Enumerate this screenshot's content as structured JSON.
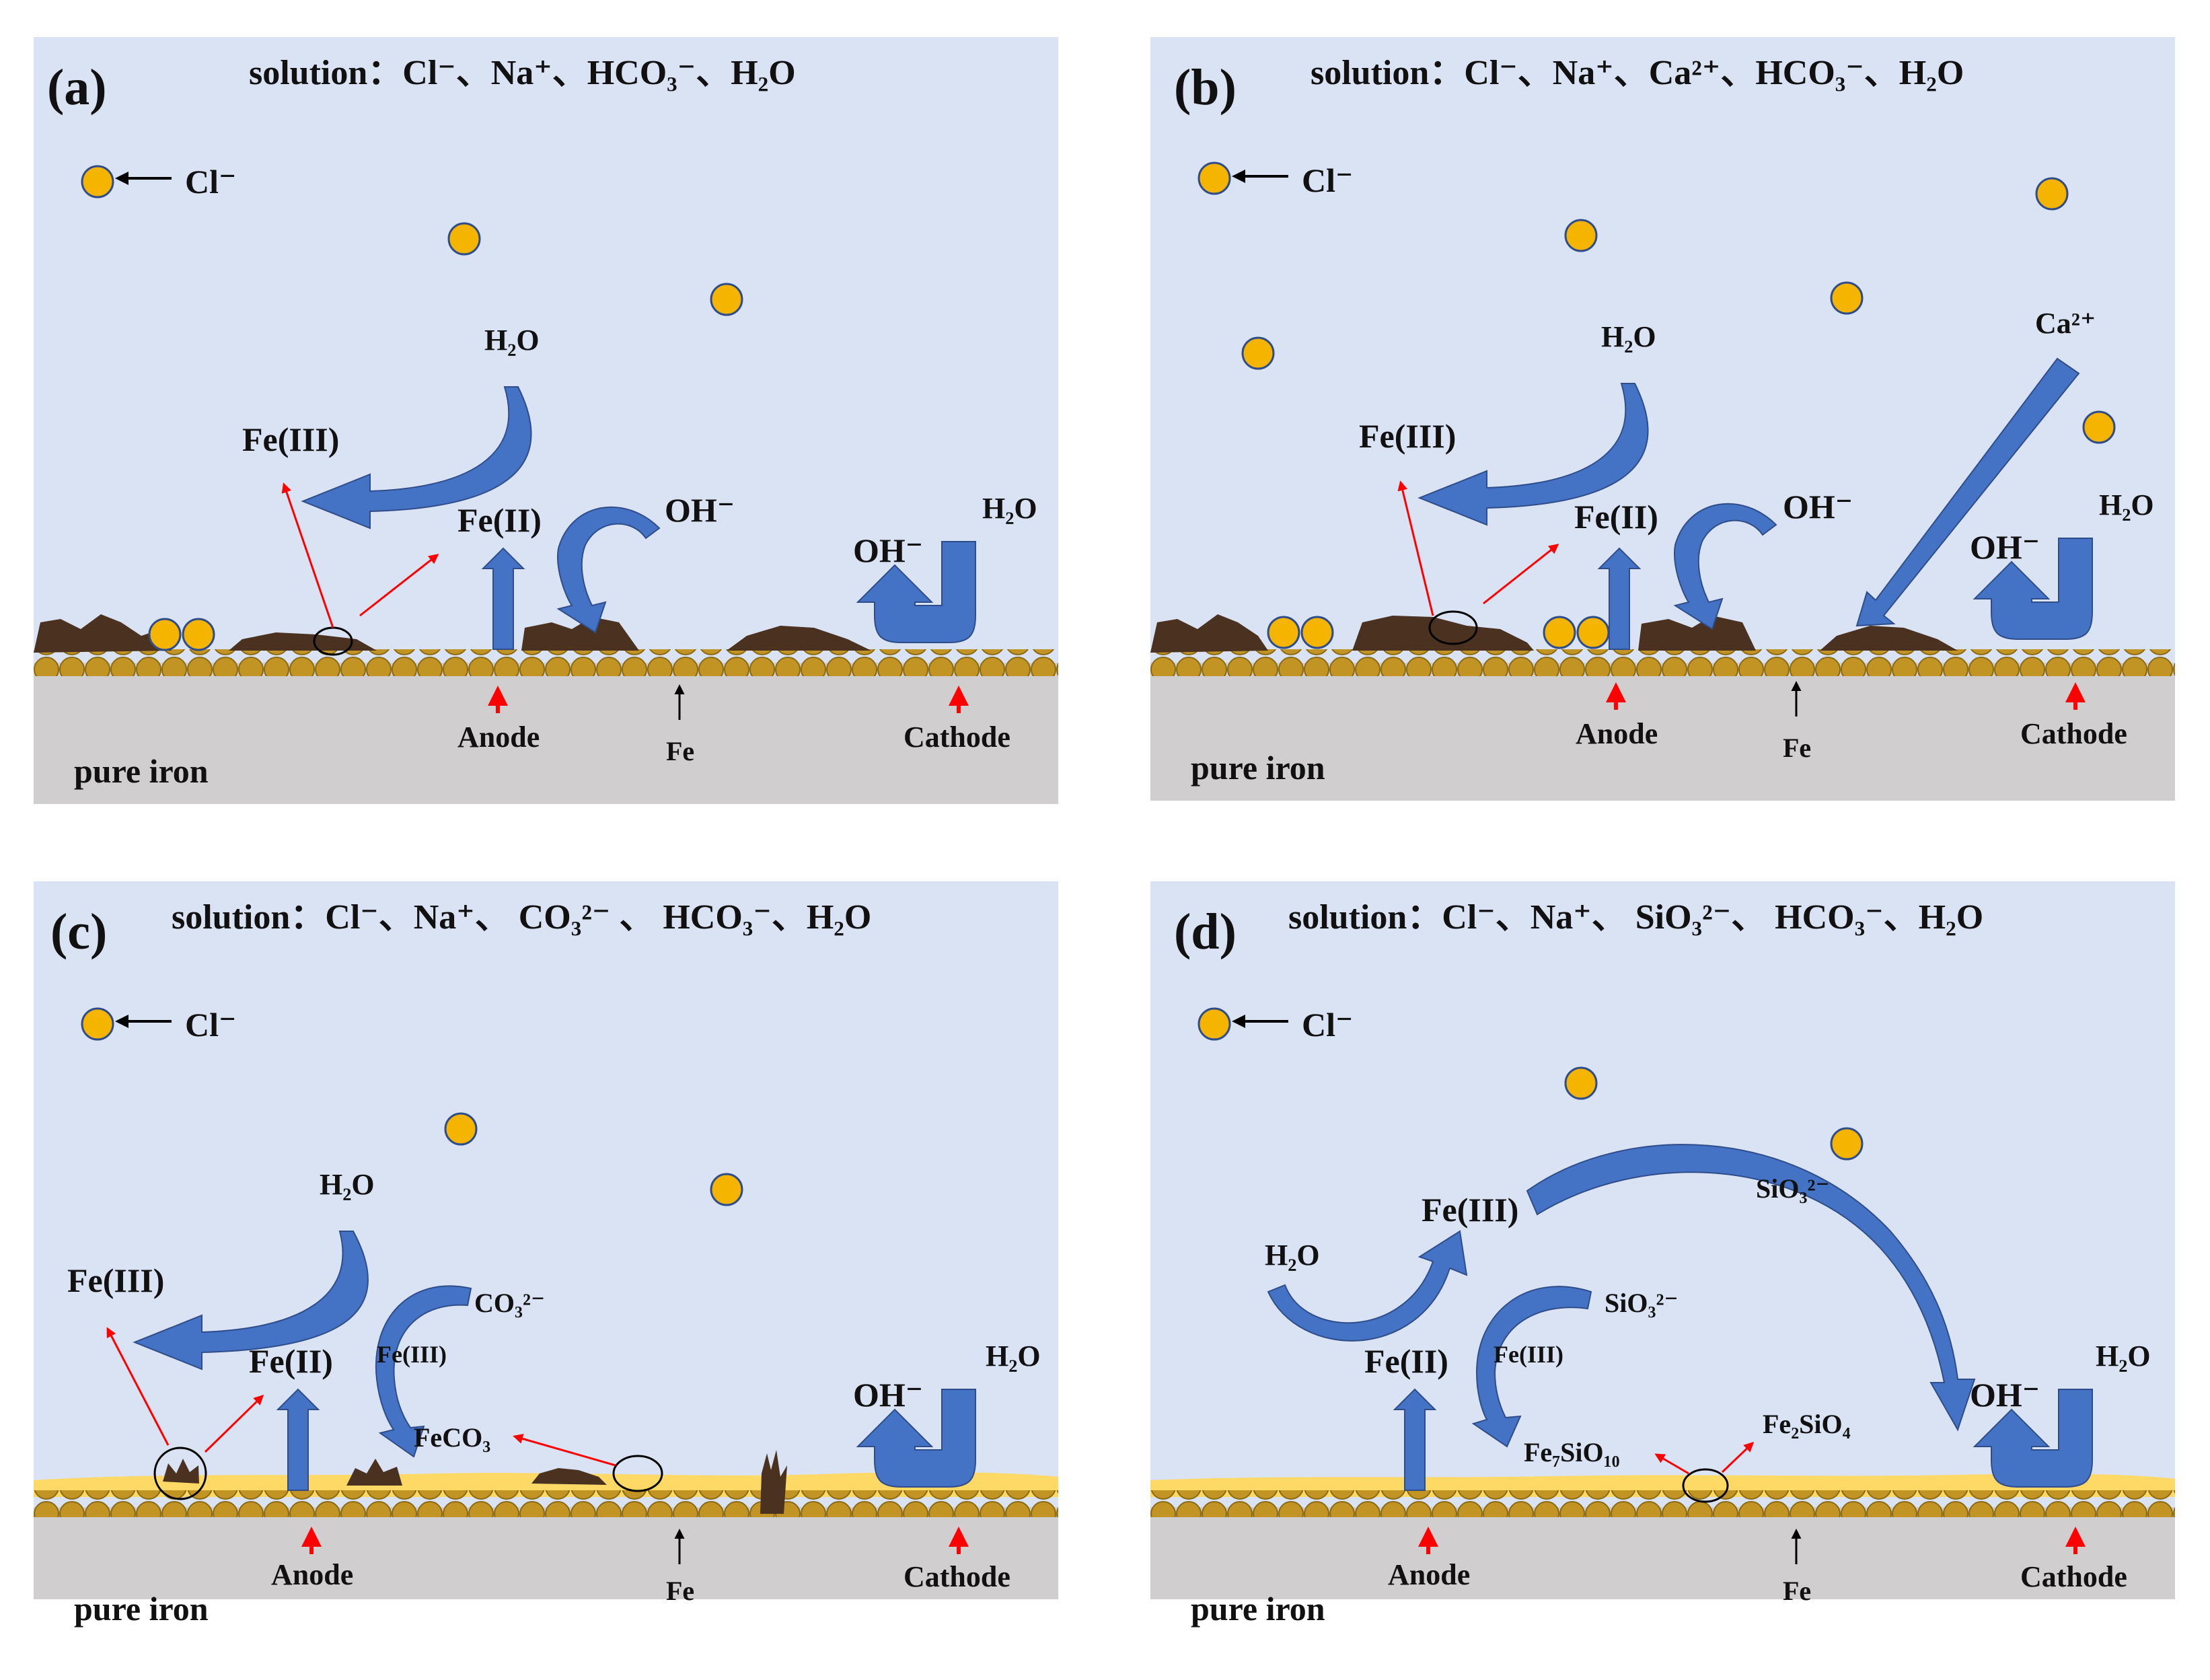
{
  "panels": {
    "a": {
      "label": "(a)",
      "solution": "solution：Cl⁻、Na⁺、HCO₃⁻、H₂O",
      "cl_legend": "Cl⁻",
      "h2o_top": "H₂O",
      "fe3": "Fe(III)",
      "fe2": "Fe(II)",
      "oh_mid": "OH⁻",
      "oh_right": "OH⁻",
      "h2o_right": "H₂O",
      "anode": "Anode",
      "fe": "Fe",
      "cathode": "Cathode",
      "substrate": "pure iron"
    },
    "b": {
      "label": "(b)",
      "solution": "solution：Cl⁻、Na⁺、Ca²⁺、HCO₃⁻、H₂O",
      "cl_legend": "Cl⁻",
      "ca": "Ca²⁺",
      "h2o_top": "H₂O",
      "fe3": "Fe(III)",
      "fe2": "Fe(II)",
      "oh_mid": "OH⁻",
      "oh_right": "OH⁻",
      "h2o_right": "H₂O",
      "anode": "Anode",
      "fe": "Fe",
      "cathode": "Cathode",
      "substrate": "pure iron"
    },
    "c": {
      "label": "(c)",
      "solution": "solution：Cl⁻、Na⁺、 CO₃²⁻ 、 HCO₃⁻、H₂O",
      "cl_legend": "Cl⁻",
      "h2o_top": "H₂O",
      "fe3": "Fe(III)",
      "fe2": "Fe(II)",
      "co3": "CO₃²⁻",
      "fe3_small": "Fe(III)",
      "feco3": "FeCO₃",
      "oh_right": "OH⁻",
      "h2o_right": "H₂O",
      "anode": "Anode",
      "fe": "Fe",
      "cathode": "Cathode",
      "substrate": "pure iron"
    },
    "d": {
      "label": "(d)",
      "solution": "solution：Cl⁻、Na⁺、 SiO₃²⁻、 HCO₃⁻、H₂O",
      "cl_legend": "Cl⁻",
      "fe3": "Fe(III)",
      "sio3_top": "SiO₃²⁻",
      "h2o": "H₂O",
      "fe2": "Fe(II)",
      "sio3_mid": "SiO₃²⁻",
      "fe3_small": "Fe(III)",
      "fe7": "Fe₇SiO₁₀",
      "fe2sio4": "Fe₂SiO₄",
      "oh_right": "OH⁻",
      "h2o_right": "H₂O",
      "anode": "Anode",
      "fe": "Fe",
      "cathode": "Cathode",
      "substrate": "pure iron"
    }
  },
  "colors": {
    "solution_bg": "#dae3f3",
    "substrate": "#d0cece",
    "iron_atom": "#c29424",
    "cl_ion": "#f5b400",
    "arrow_blue": "#4472c4",
    "film_yellow": "#ffd966",
    "rust": "#4a3120"
  }
}
